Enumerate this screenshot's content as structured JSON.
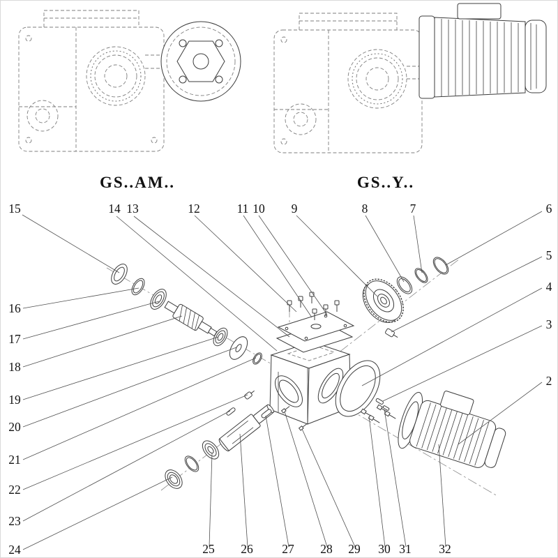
{
  "page": {
    "background": "#ffffff",
    "line_color": "#3c3c3c"
  },
  "models": [
    {
      "label": "GS..AM.."
    },
    {
      "label": "GS..Y.."
    }
  ],
  "callouts": [
    {
      "num": "15"
    },
    {
      "num": "14"
    },
    {
      "num": "13"
    },
    {
      "num": "12"
    },
    {
      "num": "11"
    },
    {
      "num": "10"
    },
    {
      "num": "9"
    },
    {
      "num": "8"
    },
    {
      "num": "7"
    },
    {
      "num": "6"
    },
    {
      "num": "5"
    },
    {
      "num": "4"
    },
    {
      "num": "3"
    },
    {
      "num": "2"
    },
    {
      "num": "16"
    },
    {
      "num": "17"
    },
    {
      "num": "18"
    },
    {
      "num": "19"
    },
    {
      "num": "20"
    },
    {
      "num": "21"
    },
    {
      "num": "22"
    },
    {
      "num": "23"
    },
    {
      "num": "24"
    },
    {
      "num": "25"
    },
    {
      "num": "26"
    },
    {
      "num": "27"
    },
    {
      "num": "28"
    },
    {
      "num": "29"
    },
    {
      "num": "30"
    },
    {
      "num": "31"
    },
    {
      "num": "32"
    }
  ]
}
